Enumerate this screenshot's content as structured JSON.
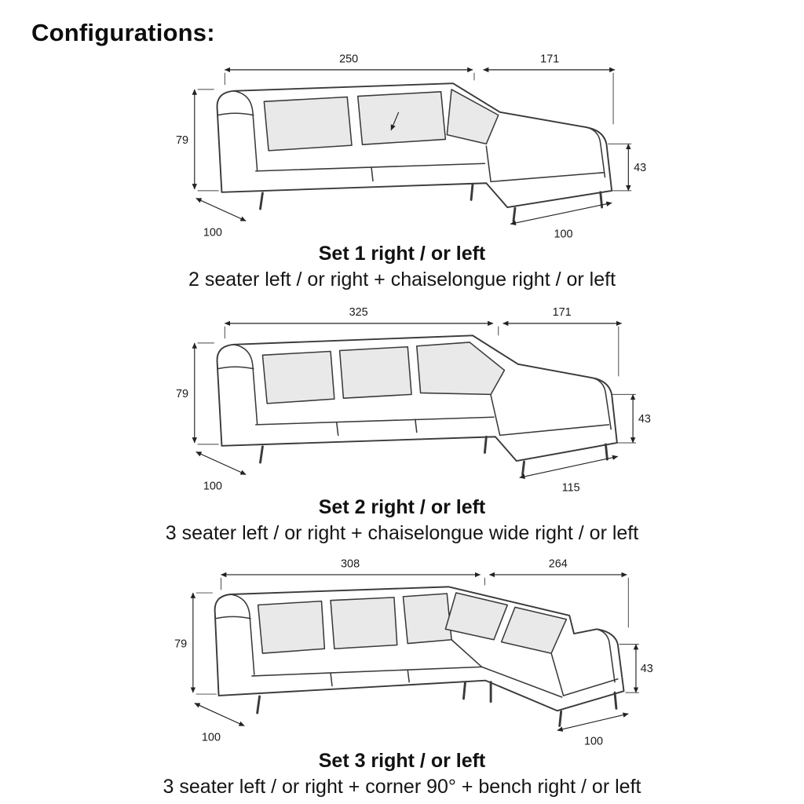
{
  "title": "Configurations:",
  "sets": [
    {
      "caption": "Set 1 right / or left",
      "description": "2 seater left / or right + chaiselongue right / or left",
      "dims": {
        "main_width": "250",
        "chaise_width": "171",
        "back_height": "79",
        "seat_height": "43",
        "left_depth": "100",
        "right_depth": "100"
      }
    },
    {
      "caption": "Set 2 right / or left",
      "description": "3 seater left / or right + chaiselongue wide right / or left",
      "dims": {
        "main_width": "325",
        "chaise_width": "171",
        "back_height": "79",
        "seat_height": "43",
        "left_depth": "100",
        "right_depth": "115"
      }
    },
    {
      "caption": "Set 3 right / or left",
      "description": "3 seater left / or right + corner 90° + bench right / or left",
      "dims": {
        "main_width": "308",
        "chaise_width": "264",
        "back_height": "79",
        "seat_height": "43",
        "left_depth": "100",
        "right_depth": "100"
      }
    }
  ]
}
